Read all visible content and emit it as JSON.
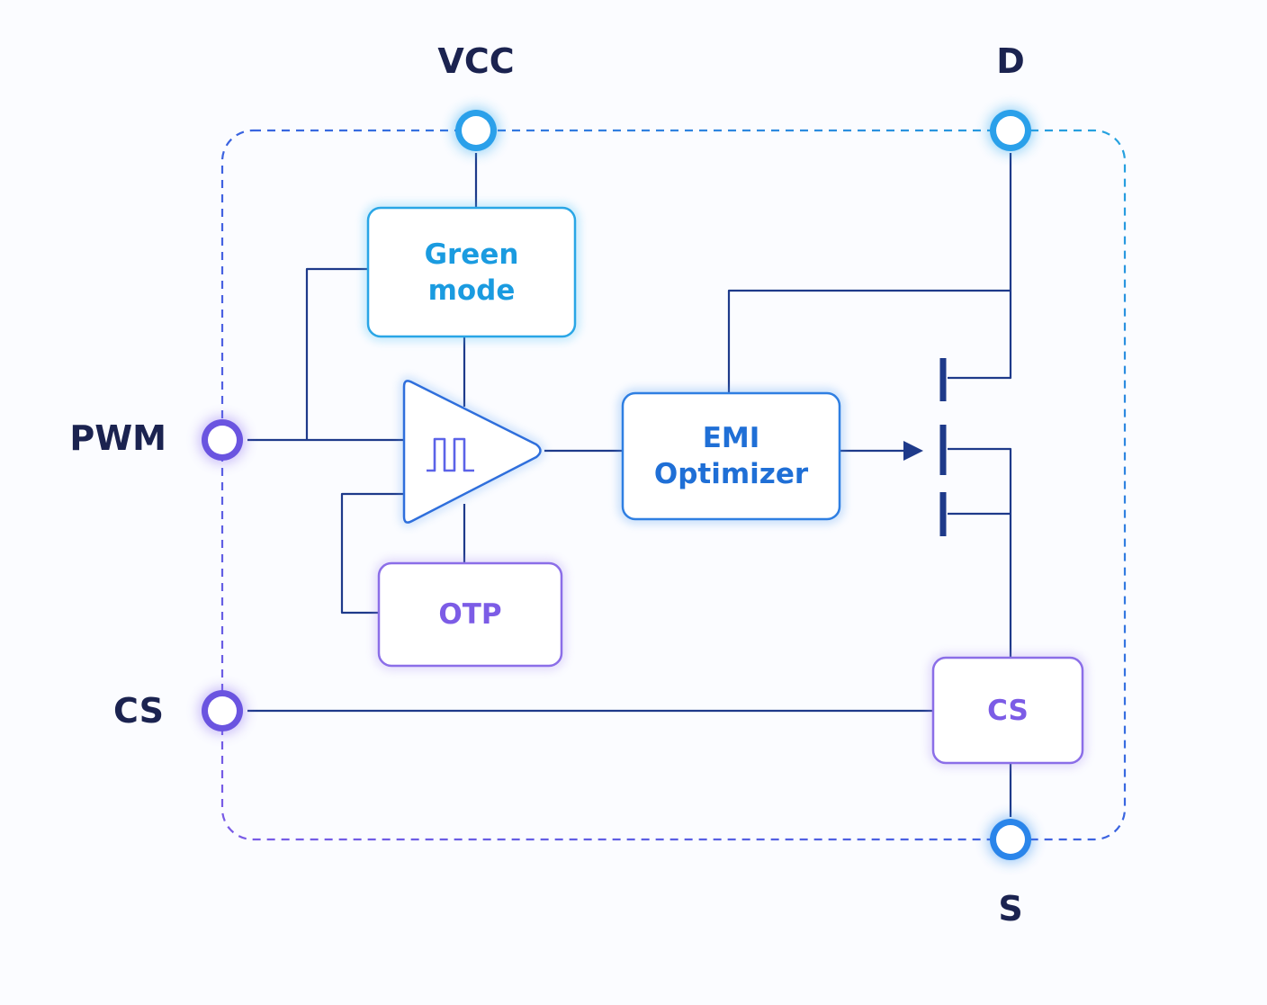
{
  "pins": {
    "vcc": "VCC",
    "d": "D",
    "pwm": "PWM",
    "cs": "CS",
    "s": "S"
  },
  "blocks": {
    "green_mode": "Green\nmode",
    "emi_optimizer": "EMI\nOptimizer",
    "otp": "OTP",
    "cs_sense": "CS"
  },
  "colors": {
    "wire": "#1e3a8a",
    "blue_accent": "#1a9be0",
    "emi_blue": "#1f6fd6",
    "purple_accent": "#7c5ce6",
    "pin_label": "#1b2350"
  }
}
